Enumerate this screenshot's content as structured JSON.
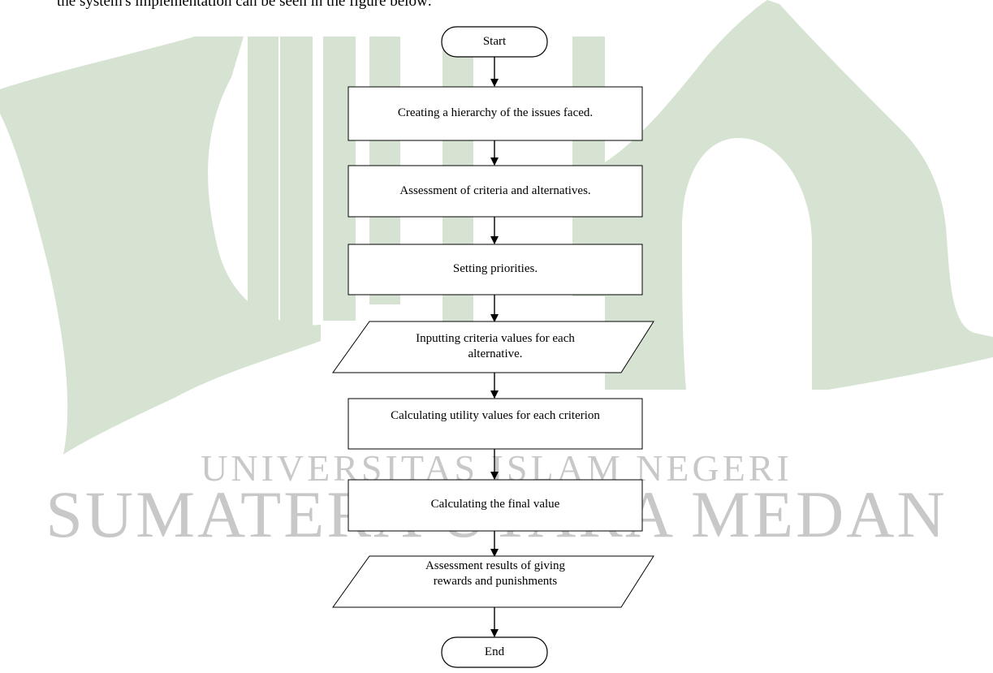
{
  "caption": "the system's implementation can be seen in the figure below:",
  "watermark": {
    "line1": "UNIVERSITAS ISLAM NEGERI",
    "line2": "SUMATERA UTARA MEDAN",
    "color": "#d6e3d2"
  },
  "flowchart": {
    "start": "Start",
    "step1": "Creating a hierarchy of the issues faced.",
    "step2": "Assessment of criteria and alternatives.",
    "step3": "Setting priorities.",
    "input": "Inputting criteria values for each alternative.",
    "step4": "Calculating utility values for each criterion",
    "step5": "Calculating the final value",
    "output": "Assessment results of giving rewards and punishments",
    "end": "End"
  }
}
